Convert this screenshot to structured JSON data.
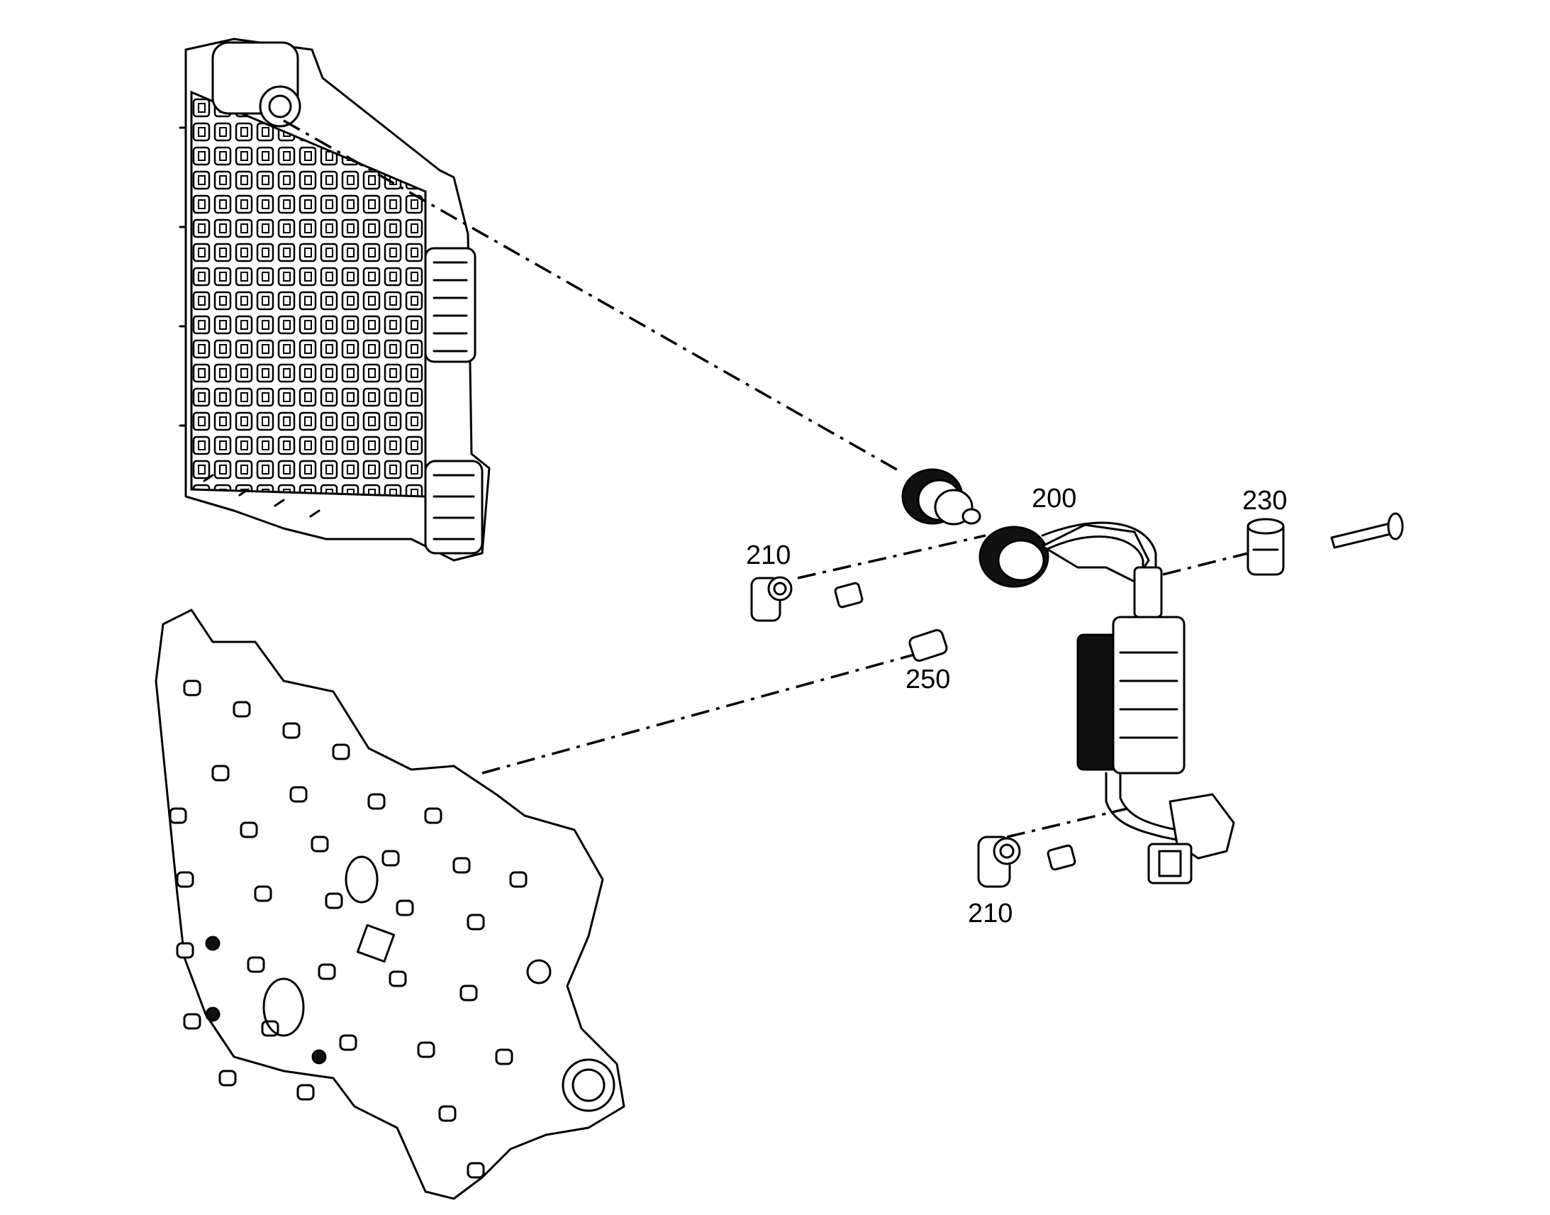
{
  "labels": {
    "harness": "200",
    "clip_upper": "210",
    "clip_lower": "210",
    "holder": "230",
    "sleeve": "250"
  }
}
